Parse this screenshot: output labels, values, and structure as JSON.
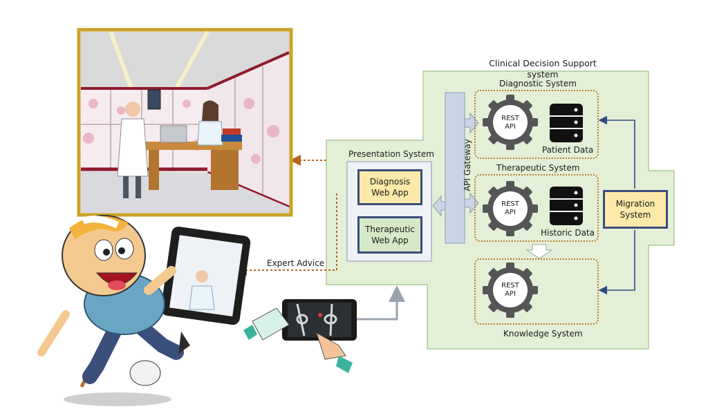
{
  "title": "Clinical Decision Support system",
  "presentation": {
    "label": "Presentation System",
    "apps": [
      "Diagnosis Web App",
      "Therapeutic Web App"
    ]
  },
  "gateway": "API Gateway",
  "diagnostic": {
    "label": "Diagnostic System",
    "api": "REST API",
    "db": "Patient Data"
  },
  "therapeutic": {
    "label": "Therapeutic System",
    "api": "REST API",
    "db": "Historic Data"
  },
  "knowledge": {
    "label": "Knowledge System",
    "api": "REST API"
  },
  "migration": "Migration System",
  "expert_advice": "Expert Advice",
  "colors": {
    "cdss_fill": "#e3efd6",
    "border_orange": "#c0782e",
    "yellow_app": "#fde9a9",
    "green_app": "#d6e8c8",
    "blue_stroke": "#2f4a80"
  }
}
